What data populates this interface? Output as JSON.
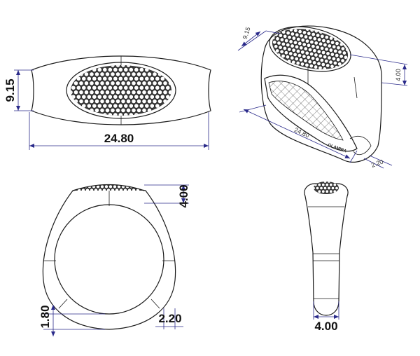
{
  "views": {
    "top": {
      "width_label": "24.80",
      "height_label": "9.15"
    },
    "iso": {
      "height_label": "9.15",
      "width_label": "24.80",
      "depth_label": "4.00",
      "band_label": "2.20",
      "stamp_label": "GLAMIRA"
    },
    "front": {
      "stone_height_label": "4.00",
      "bottom_thickness_label": "1.80",
      "side_thickness_label": "2.20"
    },
    "side": {
      "width_label": "4.00"
    }
  },
  "colors": {
    "line": "#1a1a1a",
    "dimension": "#2a2a8a"
  }
}
